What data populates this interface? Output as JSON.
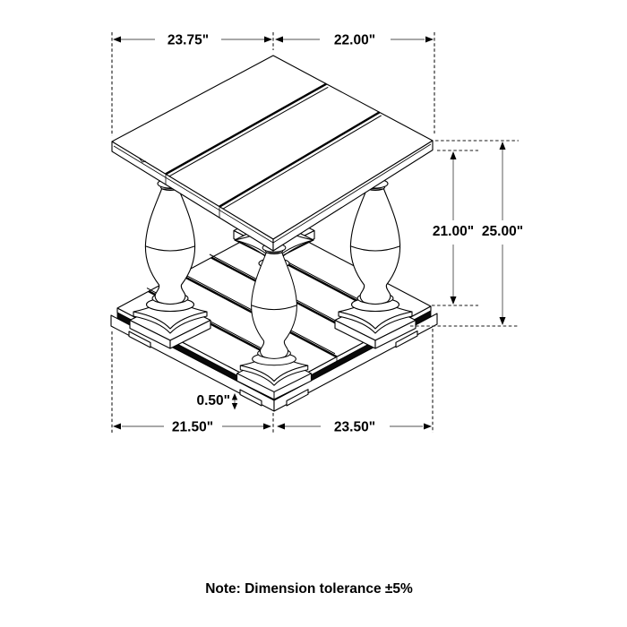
{
  "diagram": {
    "dimensions": {
      "top_left_width": "23.75\"",
      "top_right_width": "22.00\"",
      "inner_height": "21.00\"",
      "overall_height": "25.00\"",
      "base_thickness": "0.50\"",
      "bottom_left_width": "21.50\"",
      "bottom_right_width": "23.50\""
    },
    "note": "Note: Dimension tolerance ±5%",
    "colors": {
      "outline": "#000000",
      "dimension_line": "#8c8c8c",
      "background": "#ffffff"
    }
  }
}
